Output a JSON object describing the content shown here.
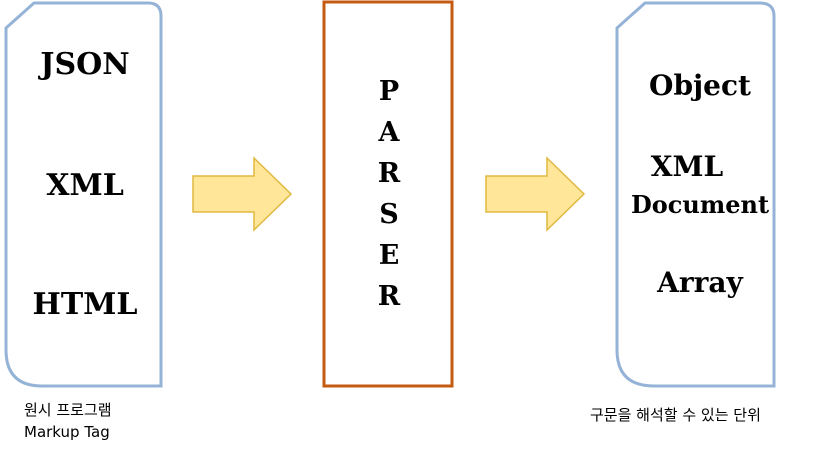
{
  "input_doc": {
    "items": [
      "JSON",
      "XML",
      "HTML"
    ]
  },
  "parser": {
    "letters": [
      "P",
      "A",
      "R",
      "S",
      "E",
      "R"
    ]
  },
  "output_doc": {
    "items": [
      "Object",
      "XML",
      "Document",
      "Array"
    ]
  },
  "captions": {
    "left_line1": "원시 프로그램",
    "left_line2": "Markup Tag",
    "right": "구문을 해석할 수 있는 단위"
  },
  "colors": {
    "document_border": "#95b3d7",
    "parser_border": "#c55a11",
    "arrow_fill": "#ffe699",
    "arrow_stroke": "#e0b840"
  }
}
